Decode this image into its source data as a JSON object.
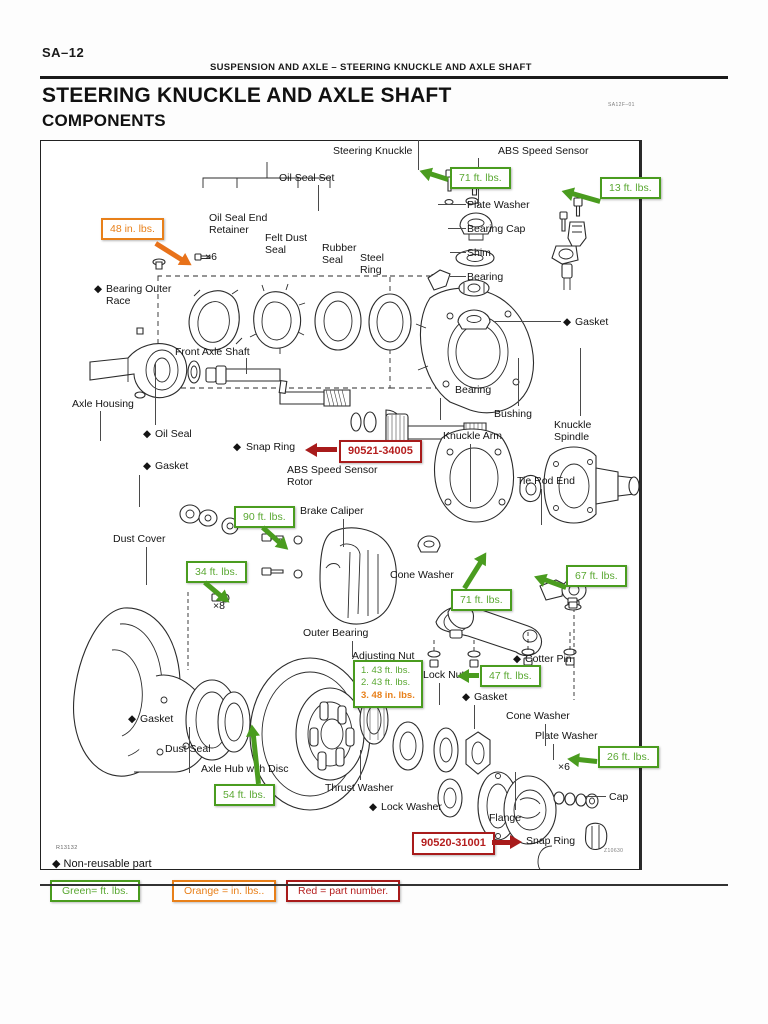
{
  "page": {
    "page_code": "SA–12",
    "running_head": "SUSPENSION AND AXLE   –   STEERING KNUCKLE AND AXLE SHAFT",
    "title_main": "STEERING KNUCKLE AND AXLE SHAFT",
    "title_sub": "COMPONENTS",
    "corner_code_top": "SA12F–01",
    "corner_code_bottom": "Z10630",
    "figure_ref": "R13132",
    "non_reusable_note": "Non-reusable part",
    "non_reusable_marker": "◆"
  },
  "legend": [
    {
      "text": "Green= ft. lbs.",
      "color": "#5aa832",
      "kind": "green"
    },
    {
      "text": "Orange = in. lbs..",
      "color": "#e8801a",
      "kind": "orange"
    },
    {
      "text": "Red = part number.",
      "color": "#b51f1f",
      "kind": "red"
    }
  ],
  "labels": [
    {
      "id": "steering-knuckle",
      "text": "Steering Knuckle"
    },
    {
      "id": "abs-speed-sensor",
      "text": "ABS Speed Sensor"
    },
    {
      "id": "oil-seal-set",
      "text": "Oil Seal Set"
    },
    {
      "id": "oil-seal-end-retainer",
      "text": "Oil Seal End\nRetainer"
    },
    {
      "id": "felt-dust-seal",
      "text": "Felt Dust\nSeal"
    },
    {
      "id": "rubber-seal",
      "text": "Rubber\nSeal"
    },
    {
      "id": "steel-ring",
      "text": "Steel\nRing"
    },
    {
      "id": "plate-washer-top",
      "text": "Plate Washer"
    },
    {
      "id": "bearing-cap",
      "text": "Bearing Cap"
    },
    {
      "id": "shim",
      "text": "Shim"
    },
    {
      "id": "bearing-top",
      "text": "Bearing"
    },
    {
      "id": "bearing-outer-race",
      "text": "Bearing Outer\nRace",
      "marker": "◆"
    },
    {
      "id": "x6-top",
      "text": "×6"
    },
    {
      "id": "front-axle-shaft",
      "text": "Front Axle Shaft"
    },
    {
      "id": "axle-housing",
      "text": "Axle Housing"
    },
    {
      "id": "oil-seal",
      "text": "Oil Seal",
      "marker": "◆"
    },
    {
      "id": "gasket-left",
      "text": "Gasket",
      "marker": "◆"
    },
    {
      "id": "gasket-right",
      "text": "Gasket",
      "marker": "◆"
    },
    {
      "id": "bearing-mid",
      "text": "Bearing"
    },
    {
      "id": "bushing",
      "text": "Bushing"
    },
    {
      "id": "knuckle-spindle",
      "text": "Knuckle\nSpindle"
    },
    {
      "id": "knuckle-arm",
      "text": "Knuckle Arm"
    },
    {
      "id": "snap-ring-top",
      "text": "Snap Ring",
      "marker": "◆"
    },
    {
      "id": "abs-sensor-rotor",
      "text": "ABS Speed Sensor\nRotor"
    },
    {
      "id": "brake-caliper",
      "text": "Brake Caliper"
    },
    {
      "id": "tie-rod-end",
      "text": "Tie Rod End"
    },
    {
      "id": "cone-washer-mid",
      "text": "Cone Washer"
    },
    {
      "id": "dust-cover",
      "text": "Dust Cover"
    },
    {
      "id": "x8",
      "text": "×8"
    },
    {
      "id": "outer-bearing",
      "text": "Outer Bearing"
    },
    {
      "id": "adjusting-nut",
      "text": "Adjusting Nut"
    },
    {
      "id": "lock-nut",
      "text": "Lock Nut"
    },
    {
      "id": "cotter-pin",
      "text": "Cotter Pin",
      "marker": "◆"
    },
    {
      "id": "gasket-bottom",
      "text": "Gasket",
      "marker": "◆"
    },
    {
      "id": "cone-washer-bottom",
      "text": "Cone Washer"
    },
    {
      "id": "plate-washer-bottom",
      "text": "Plate Washer"
    },
    {
      "id": "x6-bottom",
      "text": "×6"
    },
    {
      "id": "cap",
      "text": "Cap"
    },
    {
      "id": "gasket-lower-left",
      "text": "Gasket",
      "marker": "◆"
    },
    {
      "id": "dust-seal",
      "text": "Dust Seal"
    },
    {
      "id": "axle-hub-with-disc",
      "text": "Axle Hub with Disc"
    },
    {
      "id": "thrust-washer",
      "text": "Thrust Washer"
    },
    {
      "id": "lock-washer",
      "text": "Lock Washer",
      "marker": "◆"
    },
    {
      "id": "flange",
      "text": "Flange"
    },
    {
      "id": "snap-ring-bottom",
      "text": "Snap Ring"
    }
  ],
  "callouts": [
    {
      "id": "torque-48-in-lbs",
      "text": "48 in. lbs.",
      "kind": "orange"
    },
    {
      "id": "torque-71-ft-lbs-top",
      "text": "71 ft. lbs.",
      "kind": "green"
    },
    {
      "id": "torque-13-ft-lbs",
      "text": "13 ft. lbs.",
      "kind": "green"
    },
    {
      "id": "torque-90-ft-lbs",
      "text": "90 ft. lbs.",
      "kind": "green"
    },
    {
      "id": "torque-34-ft-lbs",
      "text": "34 ft. lbs.",
      "kind": "green"
    },
    {
      "id": "torque-71-ft-lbs-mid",
      "text": "71 ft. lbs.",
      "kind": "green"
    },
    {
      "id": "torque-67-ft-lbs",
      "text": "67 ft. lbs.",
      "kind": "green"
    },
    {
      "id": "torque-47-ft-lbs",
      "text": "47 ft. lbs.",
      "kind": "green"
    },
    {
      "id": "torque-54-ft-lbs",
      "text": "54 ft. lbs.",
      "kind": "green"
    },
    {
      "id": "torque-26-ft-lbs",
      "text": "26 ft. lbs.",
      "kind": "green"
    }
  ],
  "callout_adjusting_nut": {
    "id": "torque-adjusting-nut-sequence",
    "line1": "1. 43 ft. lbs.",
    "line2": "2. 43 ft. lbs.",
    "line3": "3. 48 in. lbs."
  },
  "part_numbers": [
    {
      "id": "part-number-snap-ring-top",
      "text": "90521-34005"
    },
    {
      "id": "part-number-snap-ring-bottom",
      "text": "90520-31001"
    }
  ],
  "colors": {
    "green": "#4a9c1f",
    "green_text": "#5aa832",
    "orange": "#e8801a",
    "red": "#a81b1b",
    "red_text": "#b51f1f",
    "ink": "#1a1a1a"
  }
}
